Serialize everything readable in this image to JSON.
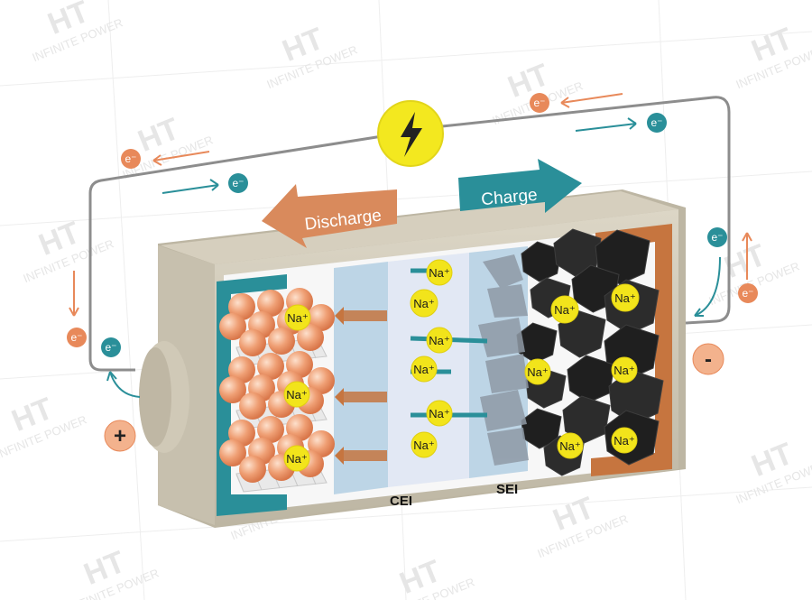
{
  "watermark": {
    "logo": "HT",
    "tagline": "INFINITE POWER",
    "color": "#e6e6e6"
  },
  "arrows": {
    "discharge": {
      "label": "Discharge",
      "color": "#d98a5c"
    },
    "charge": {
      "label": "Charge",
      "color": "#2a8f99"
    }
  },
  "electron_label": "e⁻",
  "ion_label": "Na⁺",
  "terminals": {
    "positive": "+",
    "negative": "-"
  },
  "interphases": {
    "cathode": "CEI",
    "anode": "SEI"
  },
  "colors": {
    "electron_orange": "#e8895a",
    "electron_teal": "#2a8f99",
    "ion_yellow": "#f2e41b",
    "casing": "#cfc8b6",
    "anode_copper": "#c6753f",
    "cathode_current_collector": "#2a8f99",
    "electrolyte": "#a9c9e0"
  },
  "icons": [
    "lightning-bolt-icon"
  ]
}
